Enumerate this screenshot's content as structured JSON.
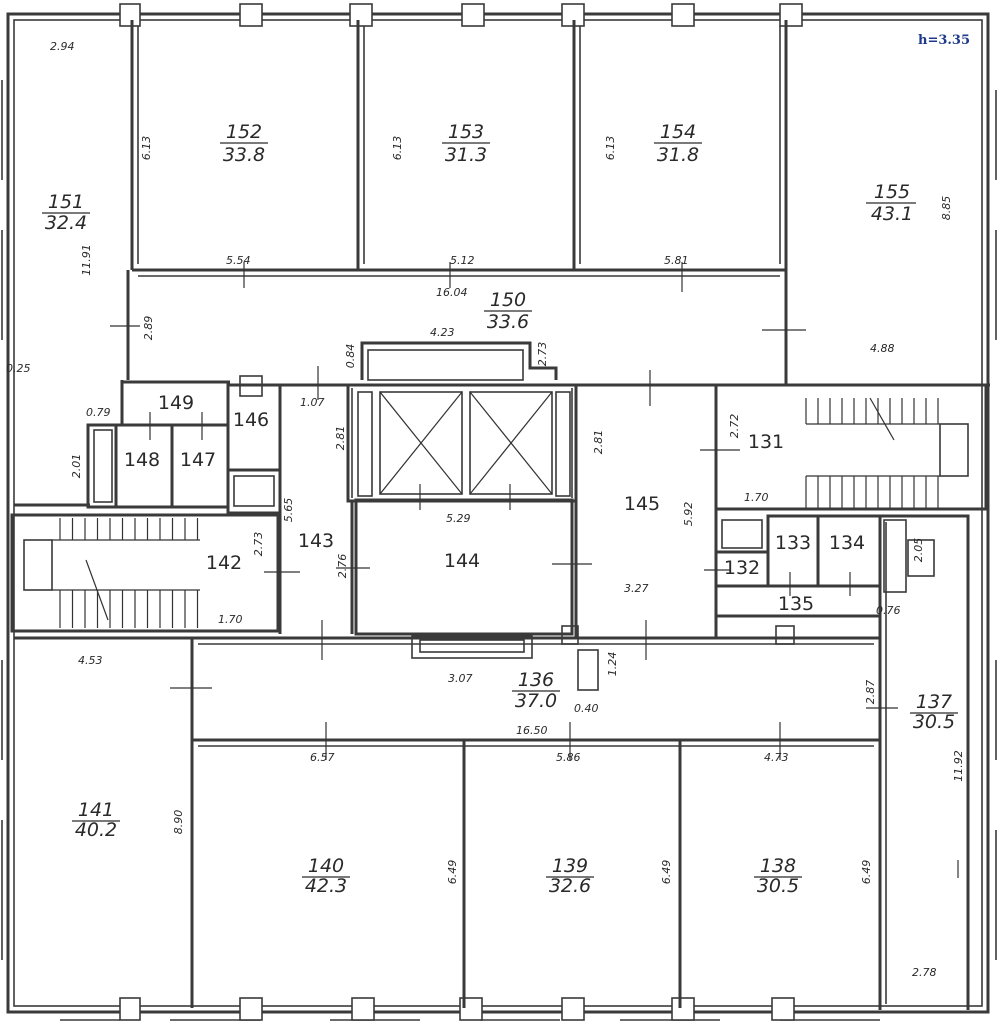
{
  "height_label": "h=3.35",
  "rooms": {
    "r131": {
      "number": "131"
    },
    "r132": {
      "number": "132"
    },
    "r133": {
      "number": "133"
    },
    "r134": {
      "number": "134"
    },
    "r135": {
      "number": "135"
    },
    "r136": {
      "number": "136",
      "area": "37.0"
    },
    "r137": {
      "number": "137",
      "area": "30.5"
    },
    "r138": {
      "number": "138",
      "area": "30.5"
    },
    "r139": {
      "number": "139",
      "area": "32.6"
    },
    "r140": {
      "number": "140",
      "area": "42.3"
    },
    "r141": {
      "number": "141",
      "area": "40.2"
    },
    "r142": {
      "number": "142"
    },
    "r143": {
      "number": "143"
    },
    "r144": {
      "number": "144"
    },
    "r145": {
      "number": "145"
    },
    "r146": {
      "number": "146"
    },
    "r147": {
      "number": "147"
    },
    "r148": {
      "number": "148"
    },
    "r149": {
      "number": "149"
    },
    "r150": {
      "number": "150",
      "area": "33.6"
    },
    "r151": {
      "number": "151",
      "area": "32.4"
    },
    "r152": {
      "number": "152",
      "area": "33.8"
    },
    "r153": {
      "number": "153",
      "area": "31.3"
    },
    "r154": {
      "number": "154",
      "area": "31.8"
    },
    "r155": {
      "number": "155",
      "area": "43.1"
    }
  },
  "dimensions": {
    "d294": "2.94",
    "d613a": "6.13",
    "d613b": "6.13",
    "d613c": "6.13",
    "d885": "8.85",
    "d1191": "11.91",
    "d554": "5.54",
    "d512": "5.12",
    "d581": "5.81",
    "d1604": "16.04",
    "d289": "2.89",
    "d423": "4.23",
    "d084": "0.84",
    "d273a": "2.73",
    "d488": "4.88",
    "d025": "0.25",
    "d079": "0.79",
    "d107": "1.07",
    "d201": "2.01",
    "d281a": "2.81",
    "d281b": "2.81",
    "d272": "2.72",
    "d170a": "1.70",
    "d565": "5.65",
    "d273b": "2.73",
    "d276": "2.76",
    "d529": "5.29",
    "d592": "5.92",
    "d327": "3.27",
    "d205": "2.05",
    "d170b": "1.70",
    "d076": "0.76",
    "d453": "4.53",
    "d307": "3.07",
    "d124": "1.24",
    "d040": "0.40",
    "d287": "2.87",
    "d1650": "16.50",
    "d657": "6.57",
    "d586": "5.86",
    "d473": "4.73",
    "d890": "8.90",
    "d649a": "6.49",
    "d649b": "6.49",
    "d649c": "6.49",
    "d1192": "11.92",
    "d278": "2.78"
  }
}
